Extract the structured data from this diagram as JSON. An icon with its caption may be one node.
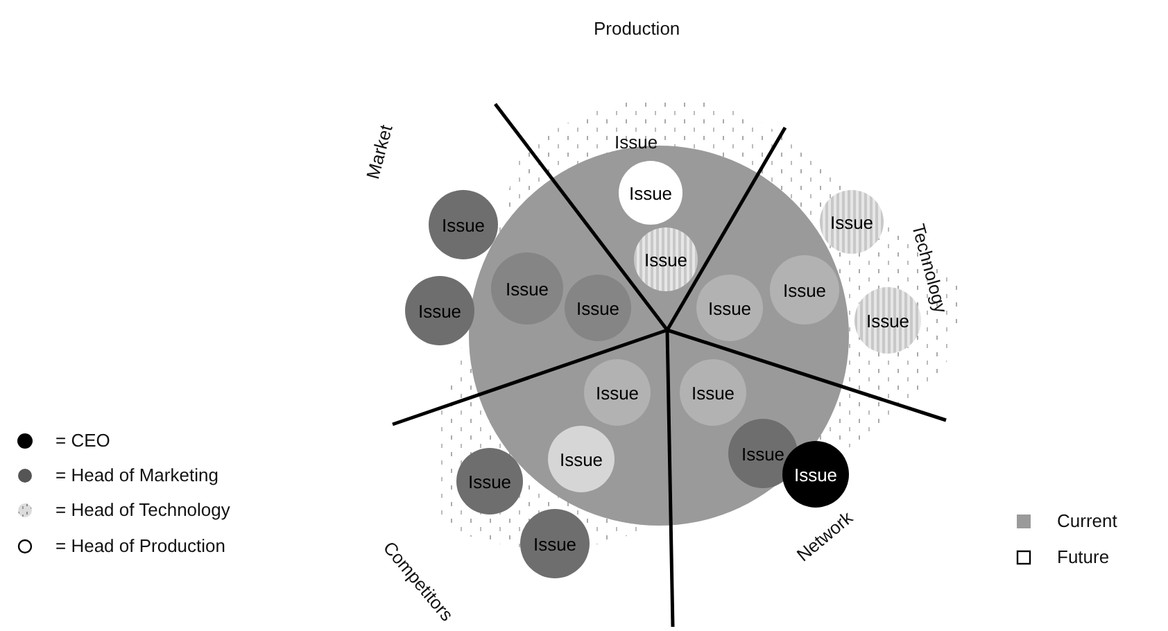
{
  "diagram": {
    "nodes": [
      {
        "text": [
          "Issue"
        ]
      },
      {
        "text": [
          "Issue"
        ]
      },
      {
        "text": [
          "Issue"
        ]
      },
      {
        "text": [
          "Issue"
        ]
      },
      {
        "text": [
          "Issue"
        ]
      },
      {
        "text": [
          "Issue"
        ]
      },
      {
        "text": [
          "Issue"
        ]
      },
      {
        "text": [
          "Issue"
        ]
      },
      {
        "text": [
          "Issue"
        ]
      },
      {
        "text": [
          "Issue"
        ]
      },
      {
        "text": [
          "Issue"
        ]
      },
      {
        "text": [
          "Issue"
        ]
      },
      {
        "text": [
          "Issue"
        ]
      },
      {
        "text": [
          "Issue"
        ]
      },
      {
        "text": [
          "Issue"
        ]
      },
      {
        "text": [
          "Issue"
        ]
      },
      {
        "text": [
          "Issue"
        ]
      }
    ],
    "labels": [
      "Production",
      "Issue",
      "Market",
      "Technology",
      "Competitors",
      "Network"
    ],
    "legend": [
      {
        "text": "= CEO"
      },
      {
        "text": "= Head of Marketing"
      },
      {
        "text": "= Head of Technology"
      },
      {
        "text": "= Head of Production"
      },
      {
        "text": "Current",
        "color": "#9a9a9a"
      },
      {
        "text": "Future"
      }
    ]
  }
}
